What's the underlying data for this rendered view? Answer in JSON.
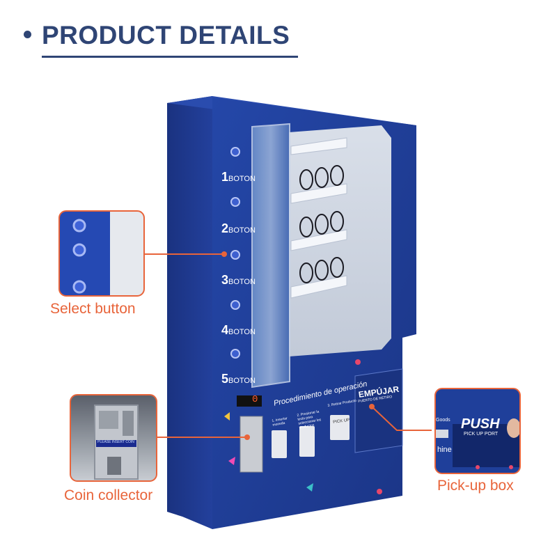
{
  "header": {
    "title": "PRODUCT DETAILS"
  },
  "machine": {
    "button_labels": [
      "BOTON",
      "BOTON",
      "BOTON",
      "BOTON",
      "BOTON"
    ],
    "button_numbers": [
      "1",
      "2",
      "3",
      "4",
      "5"
    ],
    "panel_title": "Procedimiento de operación",
    "steps": [
      "1. Insertar moneda",
      "2. Presionar la tecla para seleccionar los productos",
      "3. Retirar Producto"
    ],
    "pickup_title": "EMPÚJAR",
    "pickup_sub": "PUERTO DE RETIRO",
    "coin_display": "0",
    "pick_up_btn": "PICK UP"
  },
  "callouts": {
    "select_button": {
      "label": "Select button"
    },
    "coin_collector": {
      "label": "Coin collector",
      "plate_text": "PLEASE INSERT COIN"
    },
    "pickup_box": {
      "label": "Pick-up box",
      "zoom_text": "PUSH",
      "zoom_sub": "PICK UP PORT",
      "zoom_side": "Goods",
      "zoom_bottom": "hine"
    }
  },
  "colors": {
    "accent": "#e8643a",
    "header": "#2f4575",
    "machine_blue": "#1f3f9a"
  }
}
